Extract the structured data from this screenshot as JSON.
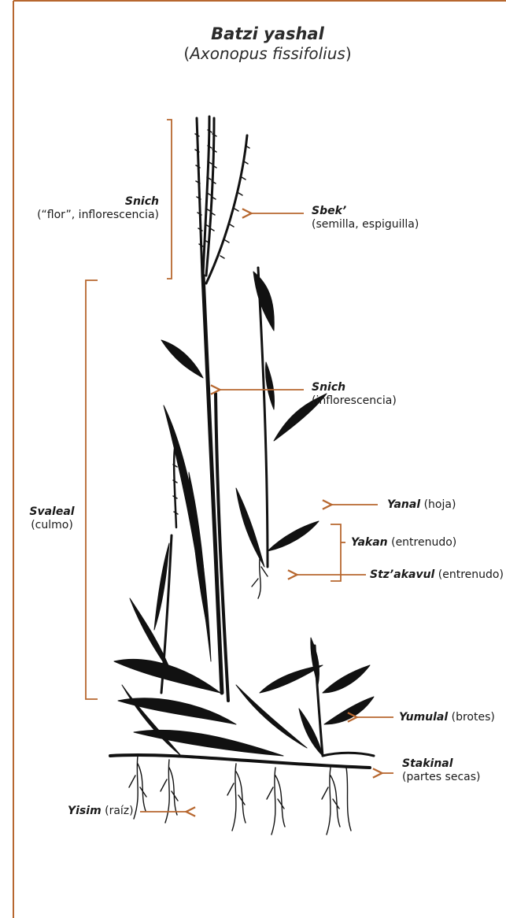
{
  "title": "Batzi yashal",
  "subtitle_scientific": "Axonopus fissifolius",
  "colors": {
    "accent": "#b7672f",
    "plant": "#111111",
    "text": "#1a1a1a"
  },
  "labels": {
    "snich_flor": {
      "name": "Snich",
      "desc": "(“flor”, inflorescencia)"
    },
    "sbek": {
      "name": "Sbek’",
      "desc": "(semilla, espiguilla)"
    },
    "snich_inflo": {
      "name": "Snich",
      "desc": "(inflorescencia)"
    },
    "svaleal": {
      "name": "Svaleal",
      "desc": "(culmo)"
    },
    "yanal": {
      "name": "Yanal",
      "desc": "(hoja)"
    },
    "yakan": {
      "name": "Yakan",
      "desc": "(entrenudo)"
    },
    "stzakavul": {
      "name": "Stz’akavul",
      "desc": "(entrenudo)"
    },
    "yumulal": {
      "name": "Yumulal",
      "desc": "(brotes)"
    },
    "stakinal": {
      "name": "Stakinal",
      "desc": "(partes secas)"
    },
    "yisim": {
      "name": "Yisim",
      "desc": "(raíz)"
    }
  }
}
